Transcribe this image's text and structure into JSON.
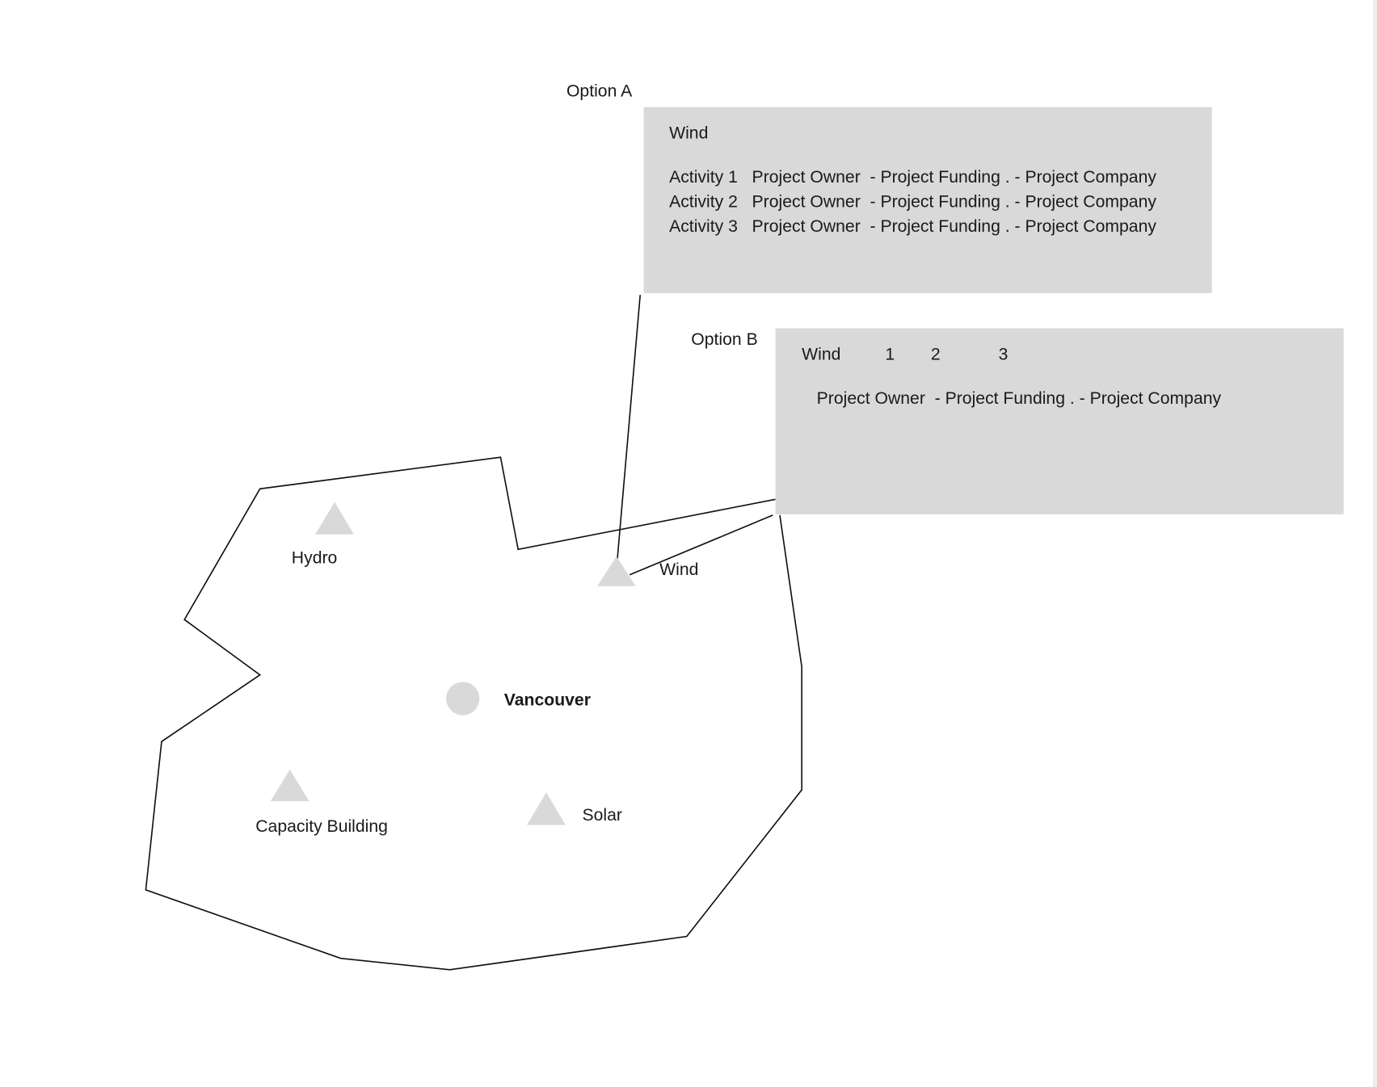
{
  "options": {
    "option_a": {
      "label": "Option A",
      "title": "Wind",
      "rows": [
        "Activity 1   Project Owner  - Project Funding . - Project Company",
        "Activity 2   Project Owner  - Project Funding . - Project Company",
        "Activity 3   Project Owner  - Project Funding . - Project Company"
      ]
    },
    "option_b": {
      "label": "Option B",
      "title": "Wind",
      "numbers": [
        "1",
        "2",
        "3"
      ],
      "row": "Project Owner  - Project Funding . - Project Company"
    }
  },
  "map": {
    "city": "Vancouver",
    "sites": {
      "hydro": "Hydro",
      "wind": "Wind",
      "capacity": "Capacity Building",
      "solar": "Solar"
    }
  },
  "colors": {
    "shape": "#d9d9d9",
    "box": "#d9d9d9",
    "line": "#111111"
  }
}
